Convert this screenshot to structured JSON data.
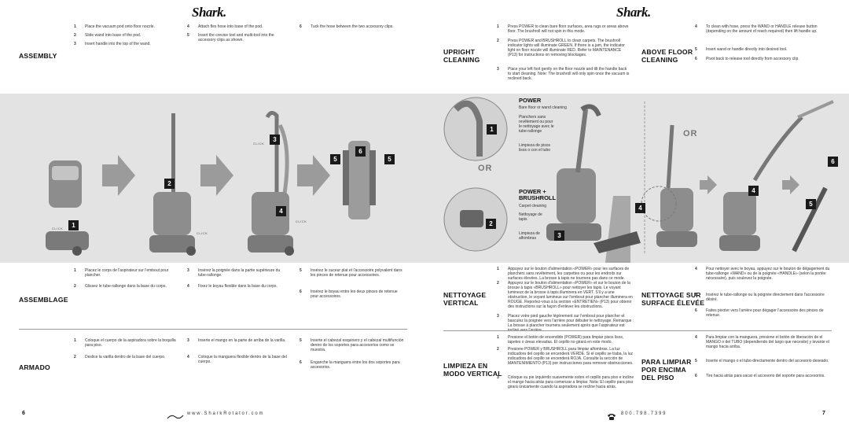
{
  "left_page": {
    "logo": "Shark.",
    "page_number": "6",
    "footer": "www.SharkRotator.com",
    "assembly": {
      "heading": "ASSEMBLY",
      "steps": [
        {
          "n": "1",
          "text": "Place the vacuum pod onto floor nozzle."
        },
        {
          "n": "2",
          "text": "Slide wand into base of the pod."
        },
        {
          "n": "3",
          "text": "Insert handle into the top of the wand."
        },
        {
          "n": "4",
          "text": "Attach flex hose into base of the pod."
        },
        {
          "n": "5",
          "text": "Insert the crevice tool and multi-tool into the accessory clips as shown."
        },
        {
          "n": "6",
          "text": "Tuck the hose between the two accessory clips."
        }
      ]
    },
    "assemblage": {
      "heading": "ASSEMBLAGE",
      "steps": [
        {
          "n": "1",
          "text": "Placez le corps de l'aspirateur sur l'embout pour plancher."
        },
        {
          "n": "2",
          "text": "Glissez le tube-rallonge dans la base du corps."
        },
        {
          "n": "3",
          "text": "Insérez la poignée dans la partie supérieure du tube-rallonge."
        },
        {
          "n": "4",
          "text": "Fixez le boyau flexible dans la base du corps."
        },
        {
          "n": "5",
          "text": "Insérez le suceur plat et l'accessoire polyvalent dans les pinces de retenue pour accessoires."
        },
        {
          "n": "6",
          "text": "Insérez le boyau entre les deux pinces de retenue pour accessoires."
        }
      ]
    },
    "armado": {
      "heading": "ARMADO",
      "steps": [
        {
          "n": "1",
          "text": "Coloque el cuerpo de la aspiradora sobre la boquilla para piso."
        },
        {
          "n": "2",
          "text": "Deslice la varilla dentro de la base del cuerpo."
        },
        {
          "n": "3",
          "text": "Inserte el mango en la parte de arriba de la varilla."
        },
        {
          "n": "4",
          "text": "Coloque la manguera flexible dentro de la base del cuerpo."
        },
        {
          "n": "5",
          "text": "Inserte el cabezal esquinero y el cabezal multifunción dentro de los soportes para accesorios como se muestra."
        },
        {
          "n": "6",
          "text": "Enganche la manguera entre los dos soportes para accesorios."
        }
      ]
    },
    "illustration": {
      "markers": [
        "1",
        "2",
        "3",
        "4",
        "5",
        "5",
        "6"
      ],
      "click_label": "CLICK"
    }
  },
  "right_page": {
    "logo": "Shark.",
    "page_number": "7",
    "footer": "800.798.7399",
    "phone_icon": "telephone-icon",
    "upright": {
      "heading": [
        "UPRIGHT",
        "CLEANING"
      ],
      "steps": [
        {
          "n": "1",
          "text": "Press POWER to clean bare floor surfaces, area rugs or areas above floor. The brushroll will not spin in this mode."
        },
        {
          "n": "2",
          "text": "Press POWER and BRUSHROLL to clean carpets. The brushroll indicator lights will illuminate GREEN. If there is a jam, the indicator light on floor nozzle will illuminate RED. Refer to MAINTENANCE (P13) for instructions on removing blockages."
        },
        {
          "n": "3",
          "text": "Place your left foot gently on the floor nozzle and tilt the handle back to start cleaning. Note: The brushroll will only spin once the vacuum is reclined back."
        }
      ]
    },
    "above_floor": {
      "heading": [
        "ABOVE FLOOR",
        "CLEANING"
      ],
      "steps": [
        {
          "n": "4",
          "text": "To clean with hose, press the WAND or HANDLE release button (depending on the amount of reach required) then lift handle up."
        },
        {
          "n": "5",
          "text": "Insert wand or handle directly into desired tool."
        },
        {
          "n": "6",
          "text": "Pivot back to release tool directly from accessory clip."
        }
      ]
    },
    "nettoyage_vertical": {
      "heading": [
        "NETTOYAGE",
        "VERTICAL"
      ],
      "steps": [
        {
          "n": "1",
          "text": "Appuyez sur le bouton d'alimentation «POWER» pour les surfaces de planchers sans revêtement, les carpettes ou pour les endroits sur surfaces élevées. La brosse à tapis ne tournera pas dans ce mode."
        },
        {
          "n": "2",
          "text": "Appuyez sur le bouton d'alimentation «POWER» et sur le bouton de la brosse à tapis «BRUSHROLL» pour nettoyer les tapis. Le voyant lumineux de la brosse à tapis illuminera en VERT. S'il y a une obstruction, le voyant lumineux sur l'embout pour plancher illuminera en ROUGE. Reportez-vous à la section «ENTRETIEN» (P13) pour obtenir des instructions sur la façon d'enlever les obstructions."
        },
        {
          "n": "3",
          "text": "Placez votre pied gauche légèrement sur l'embout pour plancher et basculez la poignée vers l'arrière pour débuter le nettoyage. Remarque : La brosse à plancher tournera seulement après que l'aspirateur est incliné vers l'arrière."
        }
      ]
    },
    "nettoyage_surface": {
      "heading": [
        "NETTOYAGE SUR",
        "SURFACE ÉLEVÉE"
      ],
      "steps": [
        {
          "n": "4",
          "text": "Pour nettoyer avec le boyau, appuyez sur le bouton de dégagement du tube-rallonge «WAND» ou de la poignée «HANDLE» (selon la portée nécessaire), puis soulevez la poignée."
        },
        {
          "n": "5",
          "text": "Insérez le tube-rallonge ou la poignée directement dans l'accessoire désiré."
        },
        {
          "n": "6",
          "text": "Faites pivoter vers l'arrière pour dégager l'accessoire des pinces de retenue."
        }
      ]
    },
    "limpieza_vertical": {
      "heading": [
        "LIMPIEZA EN",
        "MODO VERTICAL"
      ],
      "steps": [
        {
          "n": "1",
          "text": "Presione el botón de encendido (POWER) para limpiar pisos lisos, tapetes o áreas elevadas. El cepillo no girará en este modo."
        },
        {
          "n": "2",
          "text": "Presione POWER y BRUSHROLL para limpiar alfombras. La luz indicadora del cepillo se encenderá VERDE. Si el cepillo se traba, la luz indicadora del cepillo se encenderá ROJA. Consulte la sección de MANTENIMIENTO (P13) por instrucciones para remover obstrucciones."
        },
        {
          "n": "3",
          "text": "Coloque su pie izquierdo suavemente sobre el cepillo para piso e incline el mango hacia atrás para comenzar a limpiar. Nota: El cepillo para piso girará únicamente cuando la aspiradora se recline hacia atrás."
        }
      ]
    },
    "limpiar_piso": {
      "heading": [
        "PARA LIMPIAR",
        "POR ENCIMA",
        "DEL PISO"
      ],
      "steps": [
        {
          "n": "4",
          "text": "Para limpiar con la manguera, presione el botón de liberación de el MANGO o del TUBO (dependiendo del largo que necesite) y levante el mango hacia arriba."
        },
        {
          "n": "5",
          "text": "Inserte el mango o el tubo directamente dentro del accesorio deseado."
        },
        {
          "n": "6",
          "text": "Tire hacia atrás para sacar el accesorio del soporte para accesorios."
        }
      ]
    },
    "illustration": {
      "power_title": "POWER",
      "power_lines": [
        "Bare floor or wand cleaning",
        "Planchers sans revêtement ou pour le nettoyage avec le tube-rallonge",
        "Limpieza de pisos lisos o con el tubo"
      ],
      "or_label": "OR",
      "brushroll_title": [
        "POWER +",
        "BRUSHROLL"
      ],
      "brushroll_lines": [
        "Carpet cleaning",
        "Nettoyage de tapis",
        "Limpieza de alfombras"
      ],
      "markers": [
        "1",
        "2",
        "3",
        "4",
        "4",
        "5",
        "6"
      ]
    }
  }
}
